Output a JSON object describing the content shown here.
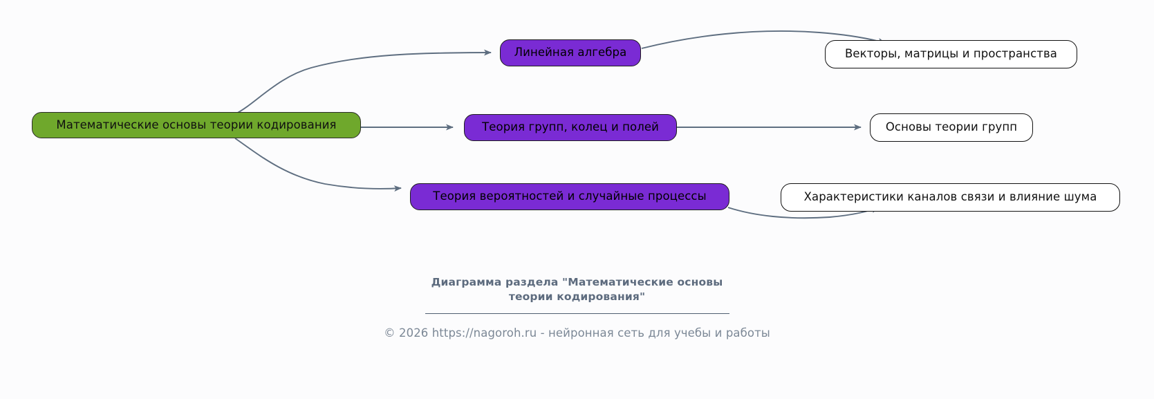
{
  "page": {
    "background_color": "#fcfcfd"
  },
  "diagram": {
    "type": "tree-flowchart",
    "edge_color": "#5e6e80",
    "nodes": [
      {
        "id": "root",
        "label": "Математические основы теории кодирования",
        "role": "root",
        "fill": "#6fa82c",
        "stroke": "#2b2b2b",
        "text_color": "#101010"
      },
      {
        "id": "branch-1",
        "label": "Линейная алгебра",
        "role": "branch",
        "fill": "#7a2bd4",
        "stroke": "#1d1d1d",
        "text_color": "#000000"
      },
      {
        "id": "branch-2",
        "label": "Теория групп, колец и полей",
        "role": "branch",
        "fill": "#7a2bd4",
        "stroke": "#1d1d1d",
        "text_color": "#000000"
      },
      {
        "id": "branch-3",
        "label": "Теория вероятностей и случайные процессы",
        "role": "branch",
        "fill": "#7a2bd4",
        "stroke": "#1d1d1d",
        "text_color": "#000000"
      },
      {
        "id": "leaf-1",
        "label": "Векторы, матрицы и пространства",
        "role": "leaf",
        "fill": "#ffffff",
        "stroke": "#111111",
        "text_color": "#111111"
      },
      {
        "id": "leaf-2",
        "label": "Основы теории групп",
        "role": "leaf",
        "fill": "#ffffff",
        "stroke": "#111111",
        "text_color": "#111111"
      },
      {
        "id": "leaf-3",
        "label": "Характеристики каналов связи и влияние шума",
        "role": "leaf",
        "fill": "#ffffff",
        "stroke": "#111111",
        "text_color": "#111111"
      }
    ],
    "edges": [
      {
        "from": "root",
        "to": "branch-1"
      },
      {
        "from": "root",
        "to": "branch-2"
      },
      {
        "from": "root",
        "to": "branch-3"
      },
      {
        "from": "branch-1",
        "to": "leaf-1"
      },
      {
        "from": "branch-2",
        "to": "leaf-2"
      },
      {
        "from": "branch-3",
        "to": "leaf-3"
      }
    ]
  },
  "caption": {
    "line1": "Диаграмма раздела \"Математические основы",
    "line2": "теории кодирования\"",
    "color": "#5d6b7e"
  },
  "footer": {
    "text": "© 2026 https://nagoroh.ru - нейронная сеть для учебы и работы",
    "color": "#7c8896"
  }
}
